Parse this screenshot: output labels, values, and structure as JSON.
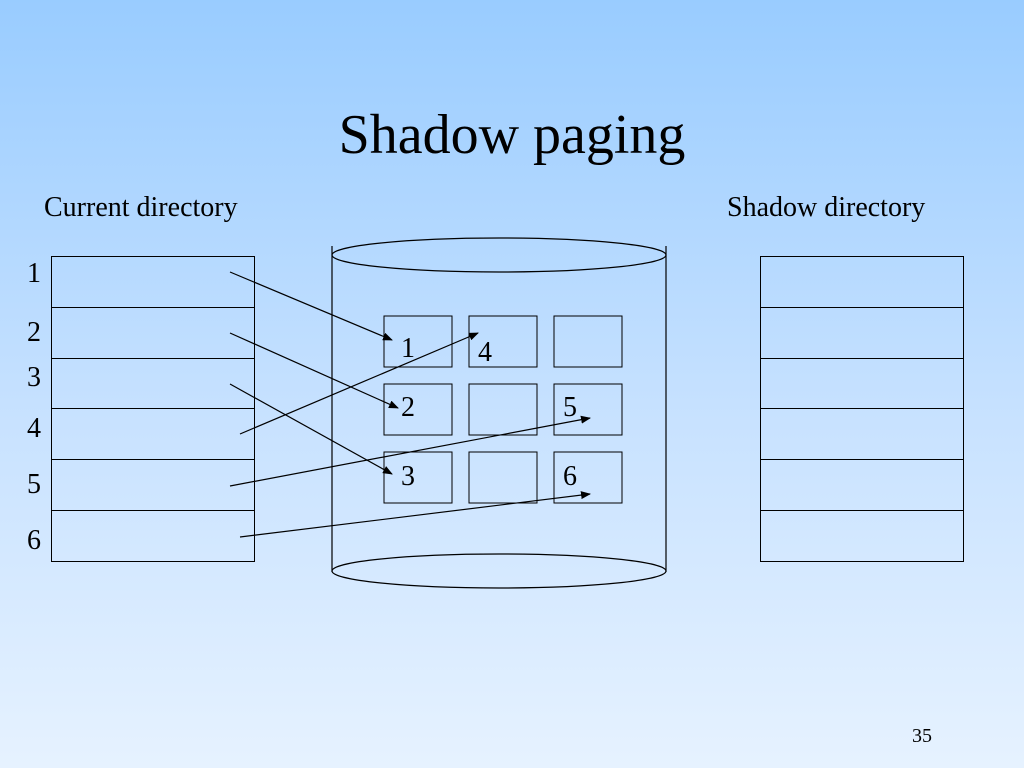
{
  "slide": {
    "title": "Shadow paging",
    "page_number": "35"
  },
  "current_directory": {
    "label": "Current directory",
    "rows": [
      "1",
      "2",
      "3",
      "4",
      "5",
      "6"
    ]
  },
  "shadow_directory": {
    "label": "Shadow directory"
  },
  "disk_pages": {
    "labels": [
      "1",
      "4",
      "2",
      "5",
      "3",
      "6"
    ]
  }
}
